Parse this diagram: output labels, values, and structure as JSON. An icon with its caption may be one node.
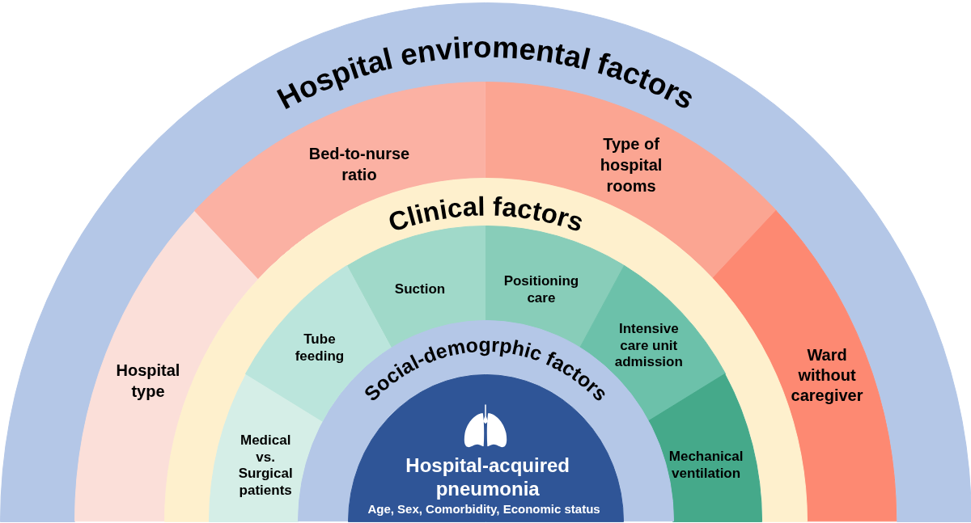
{
  "diagram": {
    "nodes": [
      {
        "text": [
          "Hospital enviromental factors"
        ]
      },
      {
        "text": [
          "Hospital type"
        ],
        "in": 0
      },
      {
        "text": [
          "Bed-to-nurse ratio"
        ],
        "in": 0
      },
      {
        "text": [
          "Type of hospital rooms"
        ],
        "in": 0
      },
      {
        "text": [
          "Ward without caregiver"
        ],
        "in": 0
      },
      {
        "text": [
          "Clinical factors"
        ],
        "in": 0
      },
      {
        "text": [
          "Medical vs. Surgical patients"
        ],
        "in": 5
      },
      {
        "text": [
          "Tube feeding"
        ],
        "in": 5
      },
      {
        "text": [
          "Suction"
        ],
        "in": 5
      },
      {
        "text": [
          "Positioning care"
        ],
        "in": 5
      },
      {
        "text": [
          "Intensive care unit admission"
        ],
        "in": 5
      },
      {
        "text": [
          "Mechanical ventilation"
        ],
        "in": 5
      },
      {
        "text": [
          "Social-demogrphic factors"
        ],
        "in": 5
      },
      {
        "text": [
          "Hospital-acquired pneumonia",
          "Age, Sex, Comorbidity, Economic status"
        ],
        "in": 12
      }
    ]
  }
}
